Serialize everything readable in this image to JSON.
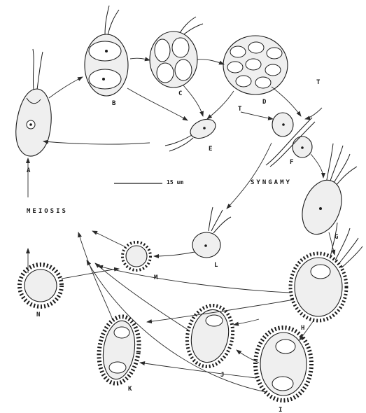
{
  "labels": {
    "A": "A",
    "B": "B",
    "C": "C",
    "D": "D",
    "E": "E",
    "F": "F",
    "G": "G",
    "H": "H",
    "I": "I",
    "J": "J",
    "K": "K",
    "L": "L",
    "M": "M",
    "N": "N",
    "T1": "T",
    "T2": "T"
  },
  "meiosis": "MEIOSIS",
  "syngamy": "SYNGAMY",
  "scale": "15 um"
}
